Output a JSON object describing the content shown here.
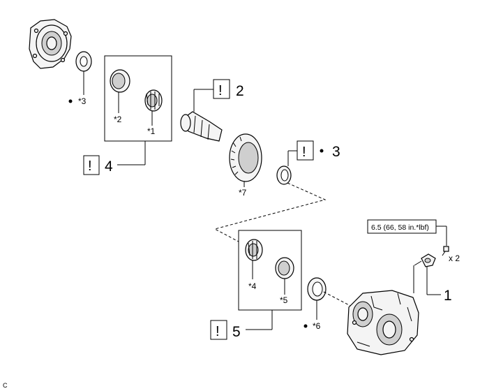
{
  "callouts": {
    "bang": "!",
    "num_1": "1",
    "num_2": "2",
    "num_3": "3",
    "num_4": "4",
    "num_5": "5",
    "dot": "•"
  },
  "labels": {
    "star1": "*1",
    "star2": "*2",
    "star3": "*3",
    "star4": "*4",
    "star5": "*5",
    "star6": "*6",
    "star7": "*7"
  },
  "torque_spec": "6.5 (66, 58 in.*lbf)",
  "bolt_qty": "x 2",
  "corner_code": "C"
}
